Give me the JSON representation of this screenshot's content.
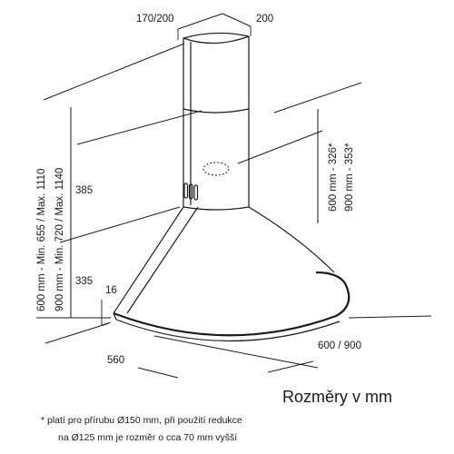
{
  "dimensions": {
    "top_depth": "170/200",
    "top_width": "200",
    "height_total": "600 mm - Min. 655 / Max. 1110",
    "height_total_900": "900 mm - Min. 720 / Max. 1140",
    "chimney_height": "385",
    "canopy_height": "335",
    "edge_thickness": "16",
    "depth": "560",
    "width": "600 / 900",
    "outlet_height_600": "600 mm - 326*",
    "outlet_height_900": "900 mm - 353*"
  },
  "title": "Rozměry v mm",
  "note": {
    "line1": "* platí pro přírubu Ø150 mm, při použití redukce",
    "line2": "na Ø125 mm je rozměr o cca 70 mm vyšší"
  },
  "colors": {
    "ink": "#1a1a1a",
    "background": "#ffffff"
  }
}
